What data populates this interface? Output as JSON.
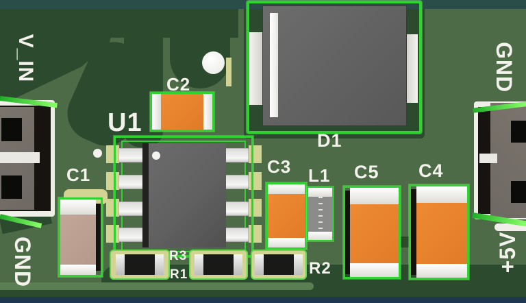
{
  "edge_labels": {
    "left_top": "V_IN",
    "left_bottom": "GND",
    "right_top": "GND",
    "right_bottom": "+5V"
  },
  "refdes": {
    "u1": "U1",
    "c1": "C1",
    "c2": "C2",
    "c3": "C3",
    "c4": "C4",
    "c5": "C5",
    "d1": "D1",
    "l1": "L1",
    "r1": "R1",
    "r2": "R2",
    "r3": "R3"
  },
  "colors": {
    "board": "#4e6b48",
    "pour": "#2c4a2d",
    "pour_light": "#5b7e52",
    "outline": "#2fd32f",
    "silkscreen": "#f3f2ec",
    "cap_orange": "#e17b28",
    "cap_tan": "#b59a8c",
    "ic_gray": "#616161",
    "metal_white": "#f2f1ec",
    "pad_gold": "#d3d493",
    "edge_top": "#2b4d4a",
    "edge_bottom": "#20384f",
    "connector_gray": "#6f6963"
  }
}
